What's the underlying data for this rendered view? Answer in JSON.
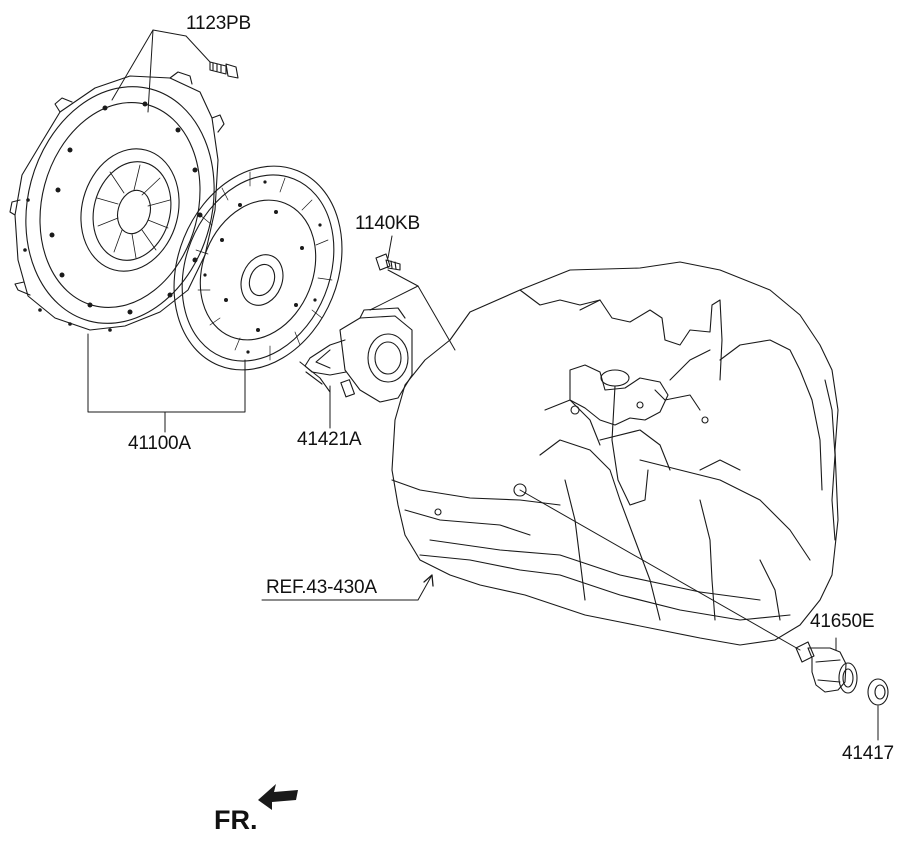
{
  "labels": {
    "bolt_top": "1123PB",
    "bolt_mid": "1140KB",
    "clutch_set": "41100A",
    "release_bearing": "41421A",
    "reference": "REF.43-430A",
    "switch": "41650E",
    "gasket": "41417",
    "front": "FR."
  },
  "colors": {
    "line": "#1a1a1a",
    "background": "#ffffff"
  }
}
